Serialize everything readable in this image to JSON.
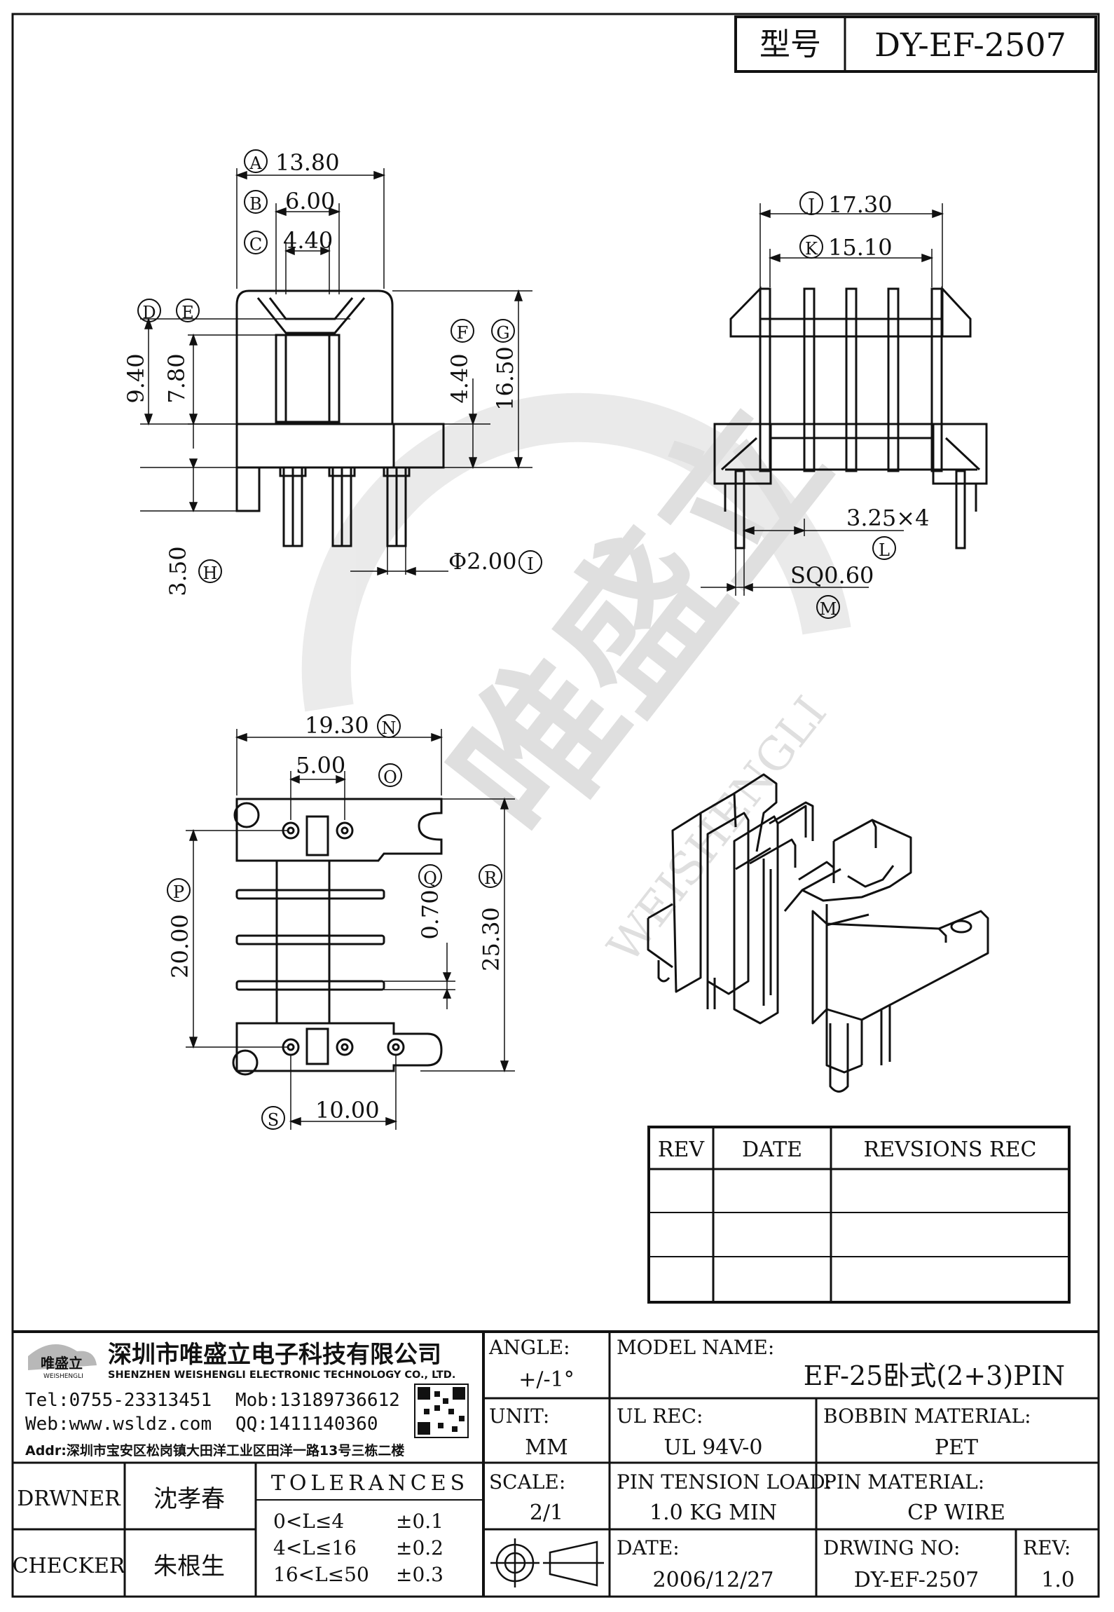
{
  "model_box": {
    "label": "型号",
    "value": "DY-EF-2507"
  },
  "watermark": {
    "text": "WEISHENGLI",
    "logo_text": "唯盛立"
  },
  "dims": {
    "A": "A",
    "A_val": "13.80",
    "B": "B",
    "B_val": "6.00",
    "C": "C",
    "C_val": "4.40",
    "D": "D",
    "E": "E",
    "D_val": "9.40",
    "E_val": "7.80",
    "F": "F",
    "G": "G",
    "F_val": "4.40",
    "G_val": "16.50",
    "H": "H",
    "H_val": "3.50",
    "I": "I",
    "I_val": "Φ2.00",
    "J": "J",
    "J_val": "17.30",
    "K": "K",
    "K_val": "15.10",
    "L": "L",
    "L_val": "3.25×4",
    "M": "M",
    "M_val": "SQ0.60",
    "N": "N",
    "N_val": "19.30",
    "O": "O",
    "O_val": "5.00",
    "P": "P",
    "P_val": "20.00",
    "Q": "Q",
    "Q_val": "0.70",
    "R": "R",
    "R_val": "25.30",
    "S": "S",
    "S_val": "10.00"
  },
  "rev_table": {
    "headers": [
      "REV",
      "DATE",
      "REVSIONS REC"
    ]
  },
  "company": {
    "logo_name": "唯盛立",
    "logo_sub": "WEISHENGLI",
    "name_cn": "深圳市唯盛立电子科技有限公司",
    "name_en": "SHENZHEN WEISHENGLI ELECTRONIC TECHNOLOGY CO., LTD.",
    "tel": "Tel:0755-23313451",
    "mob": "Mob:13189736612",
    "web": "Web:www.wsldz.com",
    "qq": "QQ:1411140360",
    "addr": "Addr:深圳市宝安区松岗镇大田洋工业区田洋一路13号三栋二楼"
  },
  "title_block": {
    "angle_label": "ANGLE:",
    "angle_value": "+/-1°",
    "model_label": "MODEL NAME:",
    "model_value": "EF-25卧式(2+3)PIN",
    "unit_label": "UNIT:",
    "unit_value": "MM",
    "ul_label": "UL REC:",
    "ul_value": "UL 94V-0",
    "bobbin_label": "BOBBIN MATERIAL:",
    "bobbin_value": "PET",
    "scale_label": "SCALE:",
    "scale_value": "2/1",
    "tension_label": "PIN TENSION LOAD:",
    "tension_value": "1.0 KG MIN",
    "pin_mat_label": "PIN MATERIAL:",
    "pin_mat_value": "CP WIRE",
    "date_label": "DATE:",
    "date_value": "2006/12/27",
    "drwno_label": "DRWING NO:",
    "drwno_value": "DY-EF-2507",
    "rev_label": "REV:",
    "rev_value": "1.0",
    "drawer_label": "DRWNER",
    "drawer_value": "沈孝春",
    "checker_label": "CHECKER",
    "checker_value": "朱根生",
    "tol_title": "TOLERANCES",
    "tol_rows": [
      {
        "range": "0<L≤4",
        "tol": "±0.1"
      },
      {
        "range": "4<L≤16",
        "tol": "±0.2"
      },
      {
        "range": "16<L≤50",
        "tol": "±0.3"
      }
    ]
  }
}
